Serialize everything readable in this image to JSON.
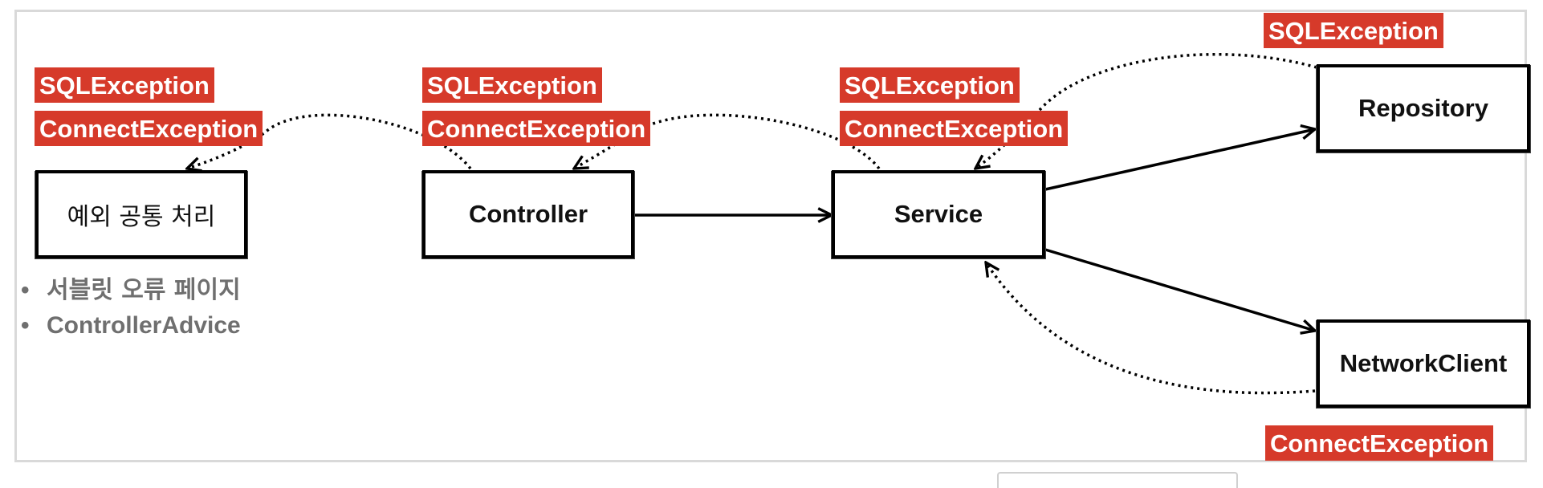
{
  "nodes": {
    "common_handler": "예외 공통 처리",
    "controller": "Controller",
    "service": "Service",
    "repository": "Repository",
    "network_client": "NetworkClient"
  },
  "exceptions": {
    "sql": "SQLException",
    "connect": "ConnectException"
  },
  "notes": [
    "서블릿 오류 페이지",
    "ControllerAdvice"
  ],
  "colors": {
    "tag_background": "#d63a2a",
    "tag_text": "#ffffff",
    "note_text": "#6f6f6f"
  }
}
